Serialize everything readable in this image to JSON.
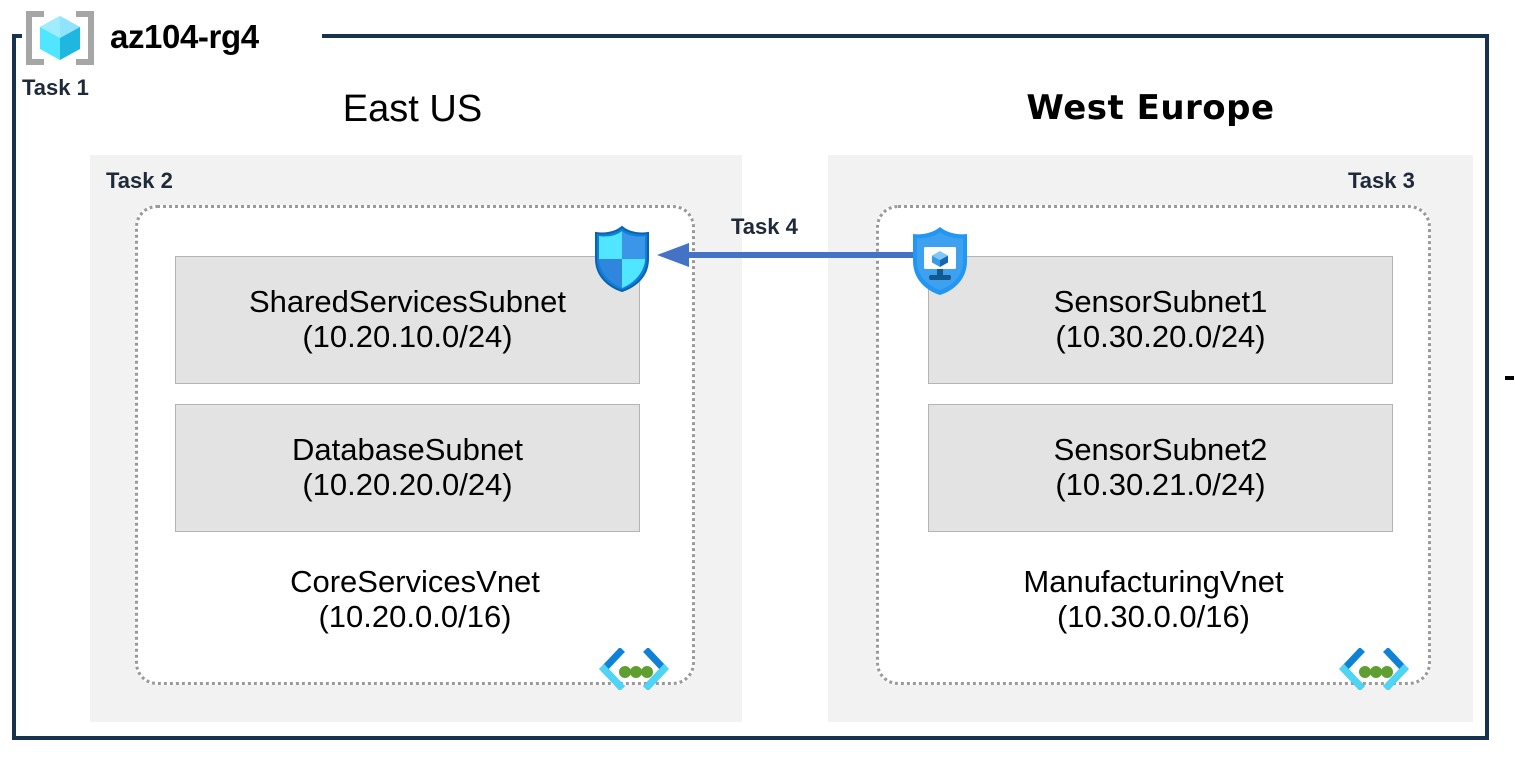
{
  "resource_group": {
    "name": "az104-rg4",
    "icon": "resource-group-cube-icon",
    "task_label": "Task 1"
  },
  "regions": [
    {
      "id": "east-us",
      "title": "East US",
      "task_label": "Task 2",
      "vnet": {
        "name": "CoreServicesVnet",
        "cidr": "(10.20.0.0/16)",
        "icon": "virtual-network-icon",
        "subnets": [
          {
            "name": "SharedServicesSubnet",
            "cidr": "(10.20.10.0/24)"
          },
          {
            "name": "DatabaseSubnet",
            "cidr": "(10.20.20.0/24)"
          }
        ]
      }
    },
    {
      "id": "west-europe",
      "title": "West Europe",
      "task_label": "Task 3",
      "vnet": {
        "name": "ManufacturingVnet",
        "cidr": "(10.30.0.0/16)",
        "icon": "virtual-network-icon",
        "subnets": [
          {
            "name": "SensorSubnet1",
            "cidr": "(10.30.20.0/24)"
          },
          {
            "name": "SensorSubnet2",
            "cidr": "(10.30.21.0/24)"
          }
        ]
      }
    }
  ],
  "connection": {
    "task_label": "Task 4",
    "direction": "right-to-left",
    "source_icon": "security-shield-monitor-icon",
    "target_icon": "network-security-group-shield-icon"
  },
  "colors": {
    "frame_border": "#17314f",
    "region_panel_bg": "#f2f2f2",
    "subnet_bg": "#e3e3e3",
    "subnet_border": "#b4b4b4",
    "vnet_dotted_border": "#9a9a9a",
    "arrow_blue": "#4472c4",
    "task_text": "#1f2a38",
    "azure_cyan": "#50e6ff",
    "azure_blue": "#0078d4",
    "vnet_icon_green": "#5e9f30"
  }
}
